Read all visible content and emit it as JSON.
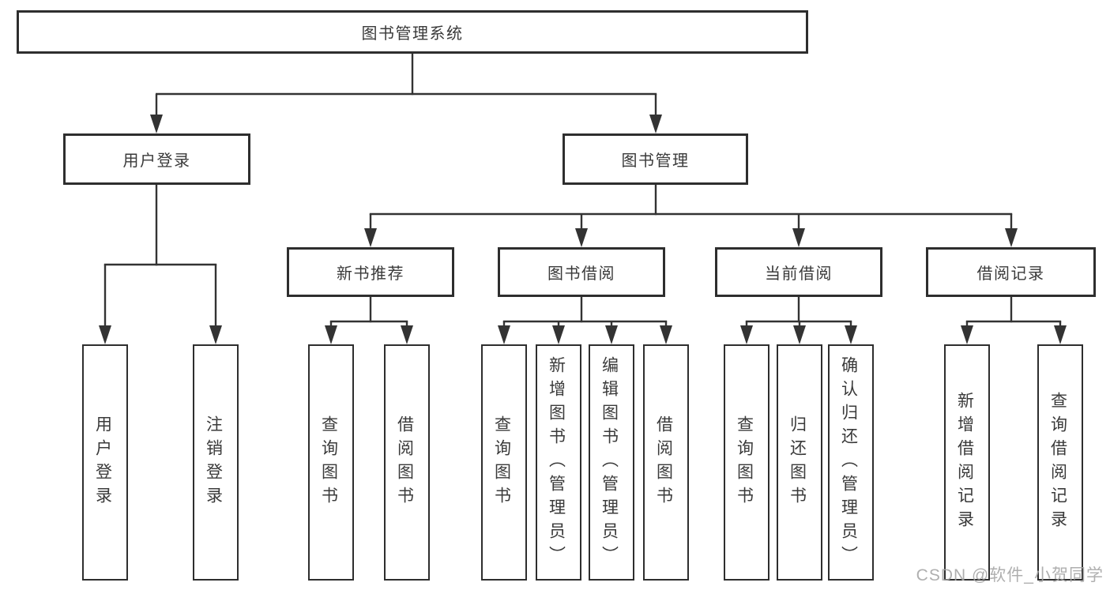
{
  "diagram": {
    "root": {
      "label": "图书管理系统"
    },
    "branches": [
      {
        "label": "用户登录",
        "children": [
          {
            "label": "用户登录"
          },
          {
            "label": "注销登录"
          }
        ]
      },
      {
        "label": "图书管理",
        "children": [
          {
            "label": "新书推荐",
            "children": [
              {
                "label": "查询图书"
              },
              {
                "label": "借阅图书"
              }
            ]
          },
          {
            "label": "图书借阅",
            "children": [
              {
                "label": "查询图书"
              },
              {
                "label": "新增图书（管理员）"
              },
              {
                "label": "编辑图书（管理员）"
              },
              {
                "label": "借阅图书"
              }
            ]
          },
          {
            "label": "当前借阅",
            "children": [
              {
                "label": "查询图书"
              },
              {
                "label": "归还图书"
              },
              {
                "label": "确认归还（管理员）"
              }
            ]
          },
          {
            "label": "借阅记录",
            "children": [
              {
                "label": "新增借阅记录"
              },
              {
                "label": "查询借阅记录"
              }
            ]
          }
        ]
      }
    ],
    "watermark": "CSDN @软件_小贺同学",
    "colors": {
      "line": "#333333",
      "box_border": "#2e2e2e",
      "text": "#3a3a3a",
      "watermark": "#a4a4a4",
      "background": "#ffffff"
    }
  }
}
